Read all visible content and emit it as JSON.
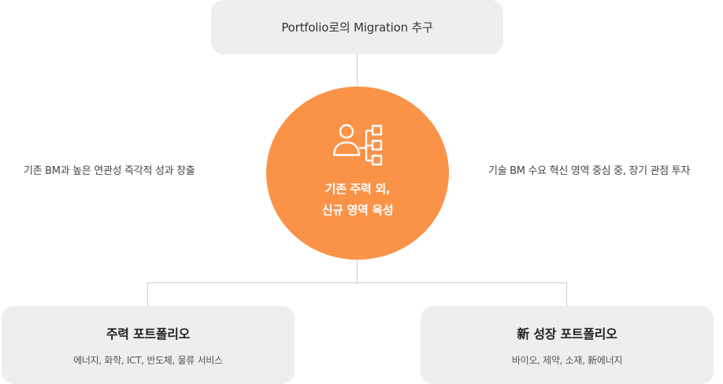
{
  "top": {
    "label": "Portfolio로의 Migration 추구"
  },
  "center": {
    "line1": "기존 주력 외,",
    "line2": "신규 영역 육성",
    "icon": "person-org-chart-icon"
  },
  "left_note": "기존 BM과 높은 연관성 즉각적 성과 창출",
  "right_note": "기술 BM 수요 혁신 영역 중심 중, 장기 관점 투자",
  "bottom_left": {
    "title": "주력 포트폴리오",
    "sub": "에너지, 화학, ICT, 반도체, 물류 서비스"
  },
  "bottom_right": {
    "title": "新 성장 포트폴리오",
    "sub": "바이오, 제약, 소재, 新에너지"
  },
  "colors": {
    "accent": "#fa9348",
    "box": "#eeeeee",
    "connector": "#cccccc"
  }
}
